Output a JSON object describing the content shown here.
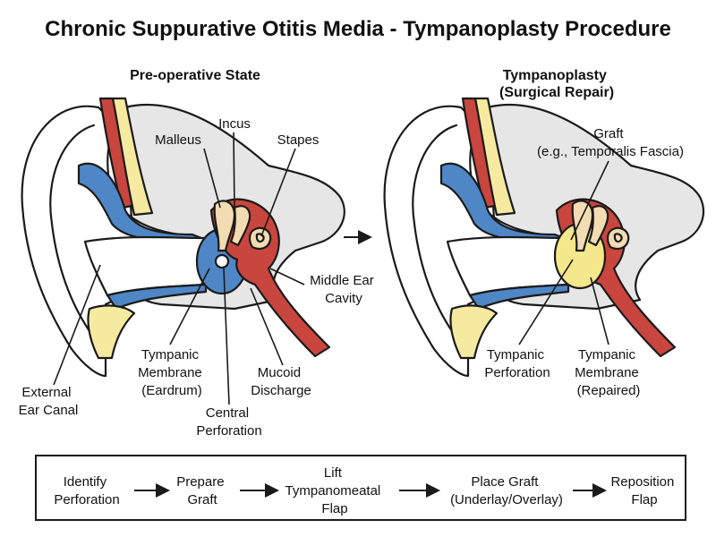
{
  "title": "Chronic Suppurative Otitis Media - Tympanoplasty Procedure",
  "panels": {
    "left": {
      "heading": "Pre-operative State",
      "labels": {
        "malleus": "Malleus",
        "incus": "Incus",
        "stapes": "Stapes",
        "middle_ear": [
          "Middle Ear",
          "Cavity"
        ],
        "tympanic_membrane": [
          "Tympanic",
          "Membrane",
          "(Eardrum)"
        ],
        "mucoid": [
          "Mucoid",
          "Discharge"
        ],
        "central_perforation": [
          "Central",
          "Perforation"
        ],
        "external_canal": [
          "External",
          "Ear Canal"
        ]
      }
    },
    "right": {
      "heading": [
        "Tympanoplasty",
        "(Surgical Repair)"
      ],
      "labels": {
        "graft": [
          "Graft",
          "(e.g., Temporalis Fascia)"
        ],
        "perforation": [
          "Tympanic",
          "Perforation"
        ],
        "membrane_repaired": [
          "Tympanic",
          "Membrane",
          "(Repaired)"
        ]
      }
    }
  },
  "steps": [
    [
      "Identify",
      "Perforation"
    ],
    [
      "Prepare",
      "Graft"
    ],
    [
      "Lift",
      "Tympanomeatal",
      "Flap"
    ],
    [
      "Place Graft",
      "(Underlay/Overlay)"
    ],
    [
      "Reposition",
      "Flap"
    ]
  ],
  "colors": {
    "skin": "#ffffff",
    "bone": "#e6e6e6",
    "cartilage_yellow": "#f6eaa0",
    "membrane_blue": "#4f86c6",
    "tissue_red": "#c8463e",
    "graft_yellow": "#f4e78c",
    "ossicle": "#f3dcb2",
    "outline": "#1a1a1a"
  }
}
